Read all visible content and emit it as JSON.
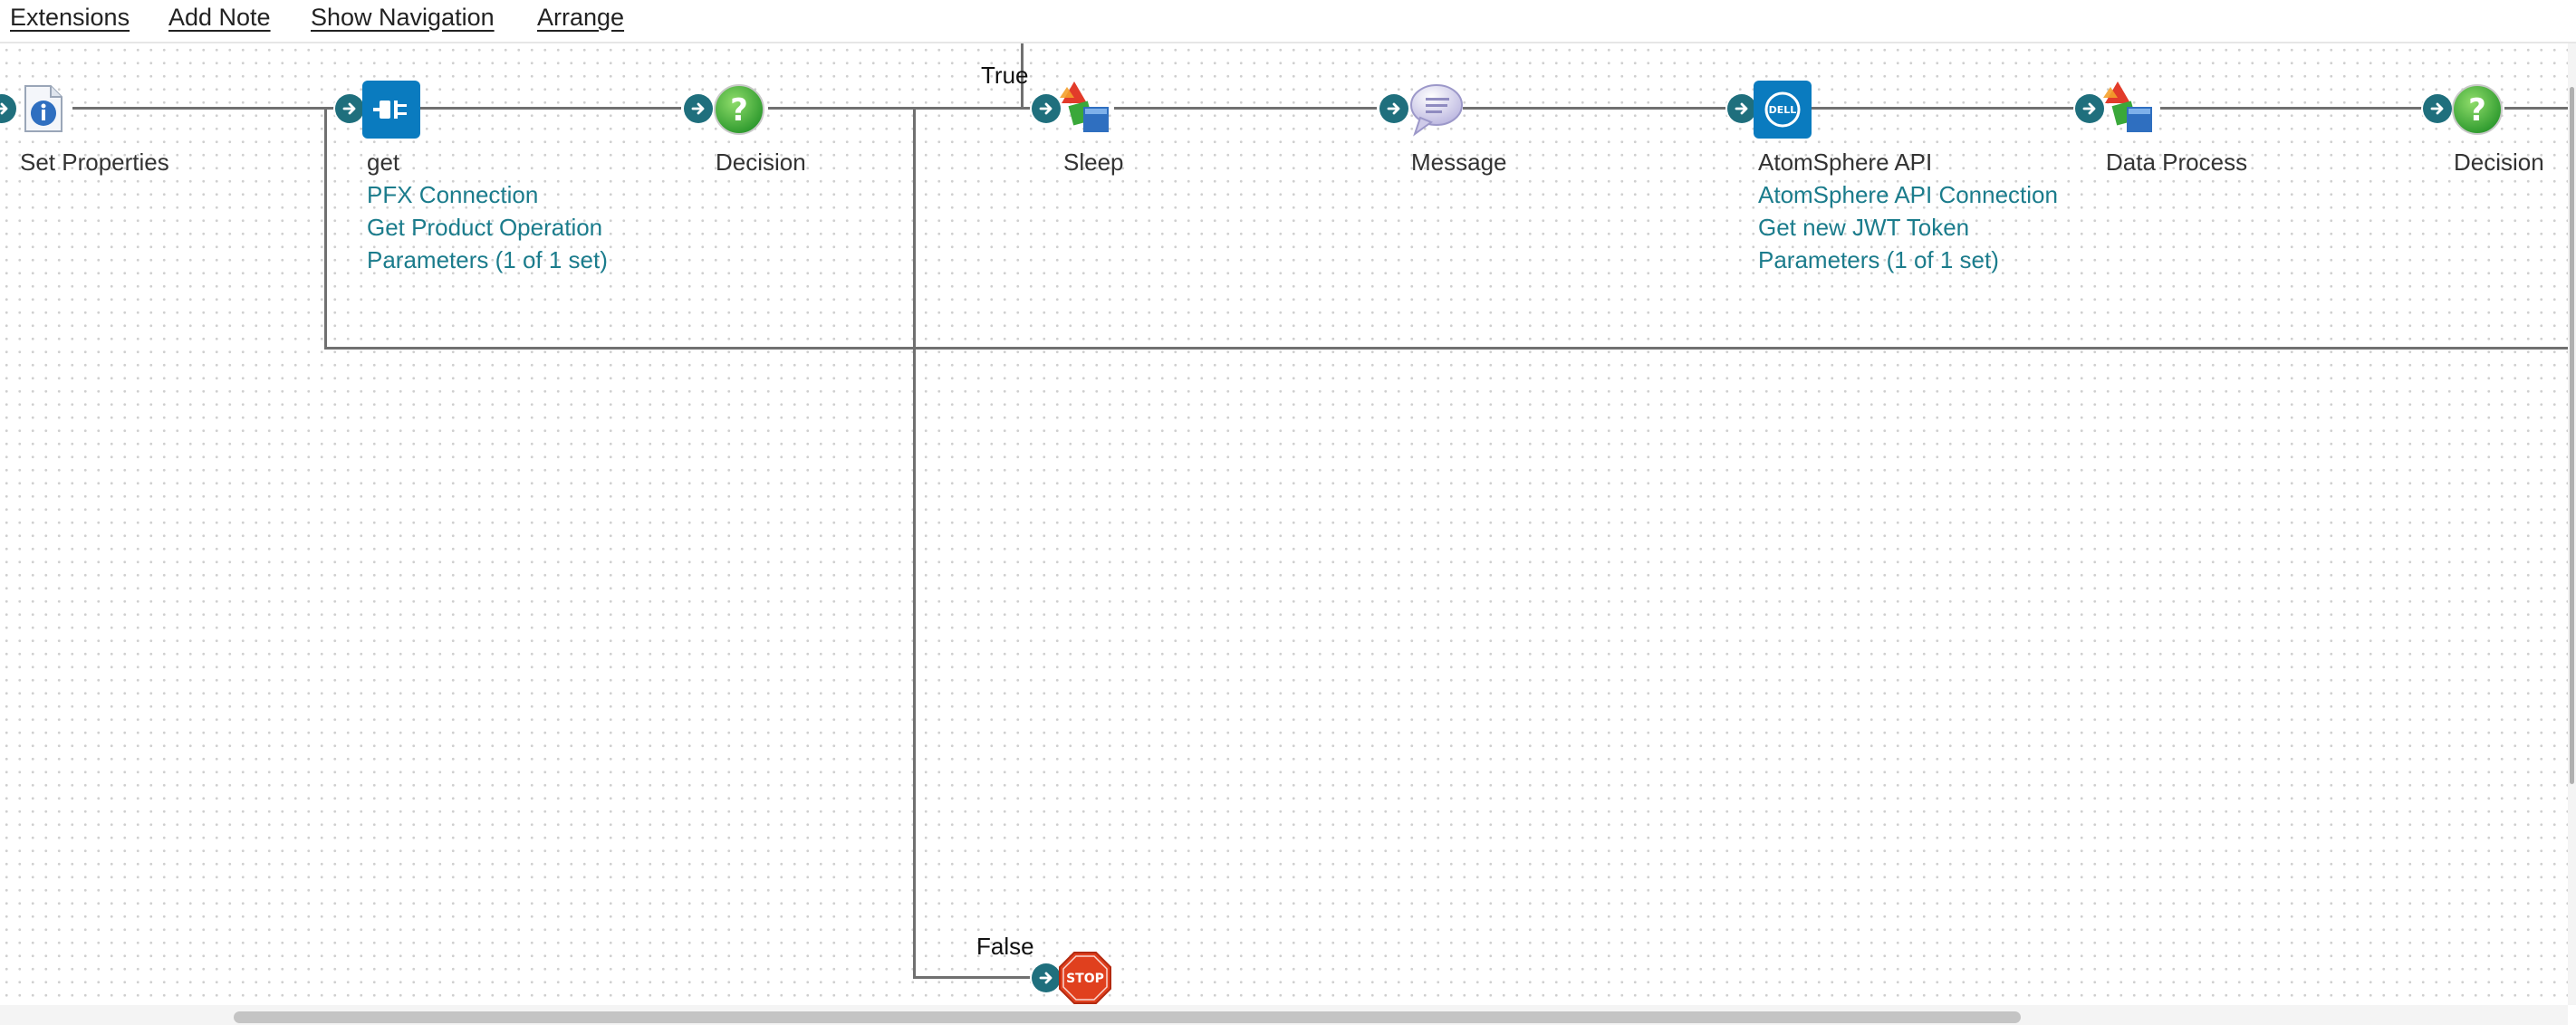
{
  "toolbar": {
    "extensions_label": "Extensions",
    "add_note_label": "Add Note",
    "show_navigation_label": "Show Navigation",
    "arrange_label": "Arrange"
  },
  "shapes": {
    "set_properties": {
      "label": "Set Properties"
    },
    "get": {
      "label": "get",
      "connection": "PFX Connection",
      "operation": "Get Product Operation",
      "parameters": "Parameters (1 of 1 set)"
    },
    "decision_1": {
      "label": "Decision"
    },
    "sleep": {
      "label": "Sleep"
    },
    "message": {
      "label": "Message"
    },
    "atomsphere_api": {
      "label": "AtomSphere API",
      "connection": "AtomSphere API Connection",
      "operation": "Get new JWT Token",
      "parameters": "Parameters (1 of 1 set)",
      "logo_text": "DELL"
    },
    "data_process": {
      "label": "Data Process"
    },
    "decision_2": {
      "label": "Decision"
    },
    "stop": {
      "logo_text": "STOP"
    }
  },
  "branches": {
    "true_label": "True",
    "false_label": "False"
  },
  "icons": {
    "set_properties": "info-document-icon",
    "get": "connector-plug-icon",
    "decision": "question-icon",
    "sleep": "shapes-process-icon",
    "message": "speech-bubble-icon",
    "atomsphere": "dell-logo-icon",
    "data_process": "shapes-process-icon",
    "stop": "stop-sign-icon",
    "connector_arrow": "arrow-right-icon"
  },
  "colors": {
    "link": "#1b7c8c",
    "connector": "#1f6f7d",
    "brand_blue": "#0a7bbf",
    "decision_green": "#3aa83a",
    "stop_red": "#e0401e",
    "line_gray": "#707070"
  }
}
